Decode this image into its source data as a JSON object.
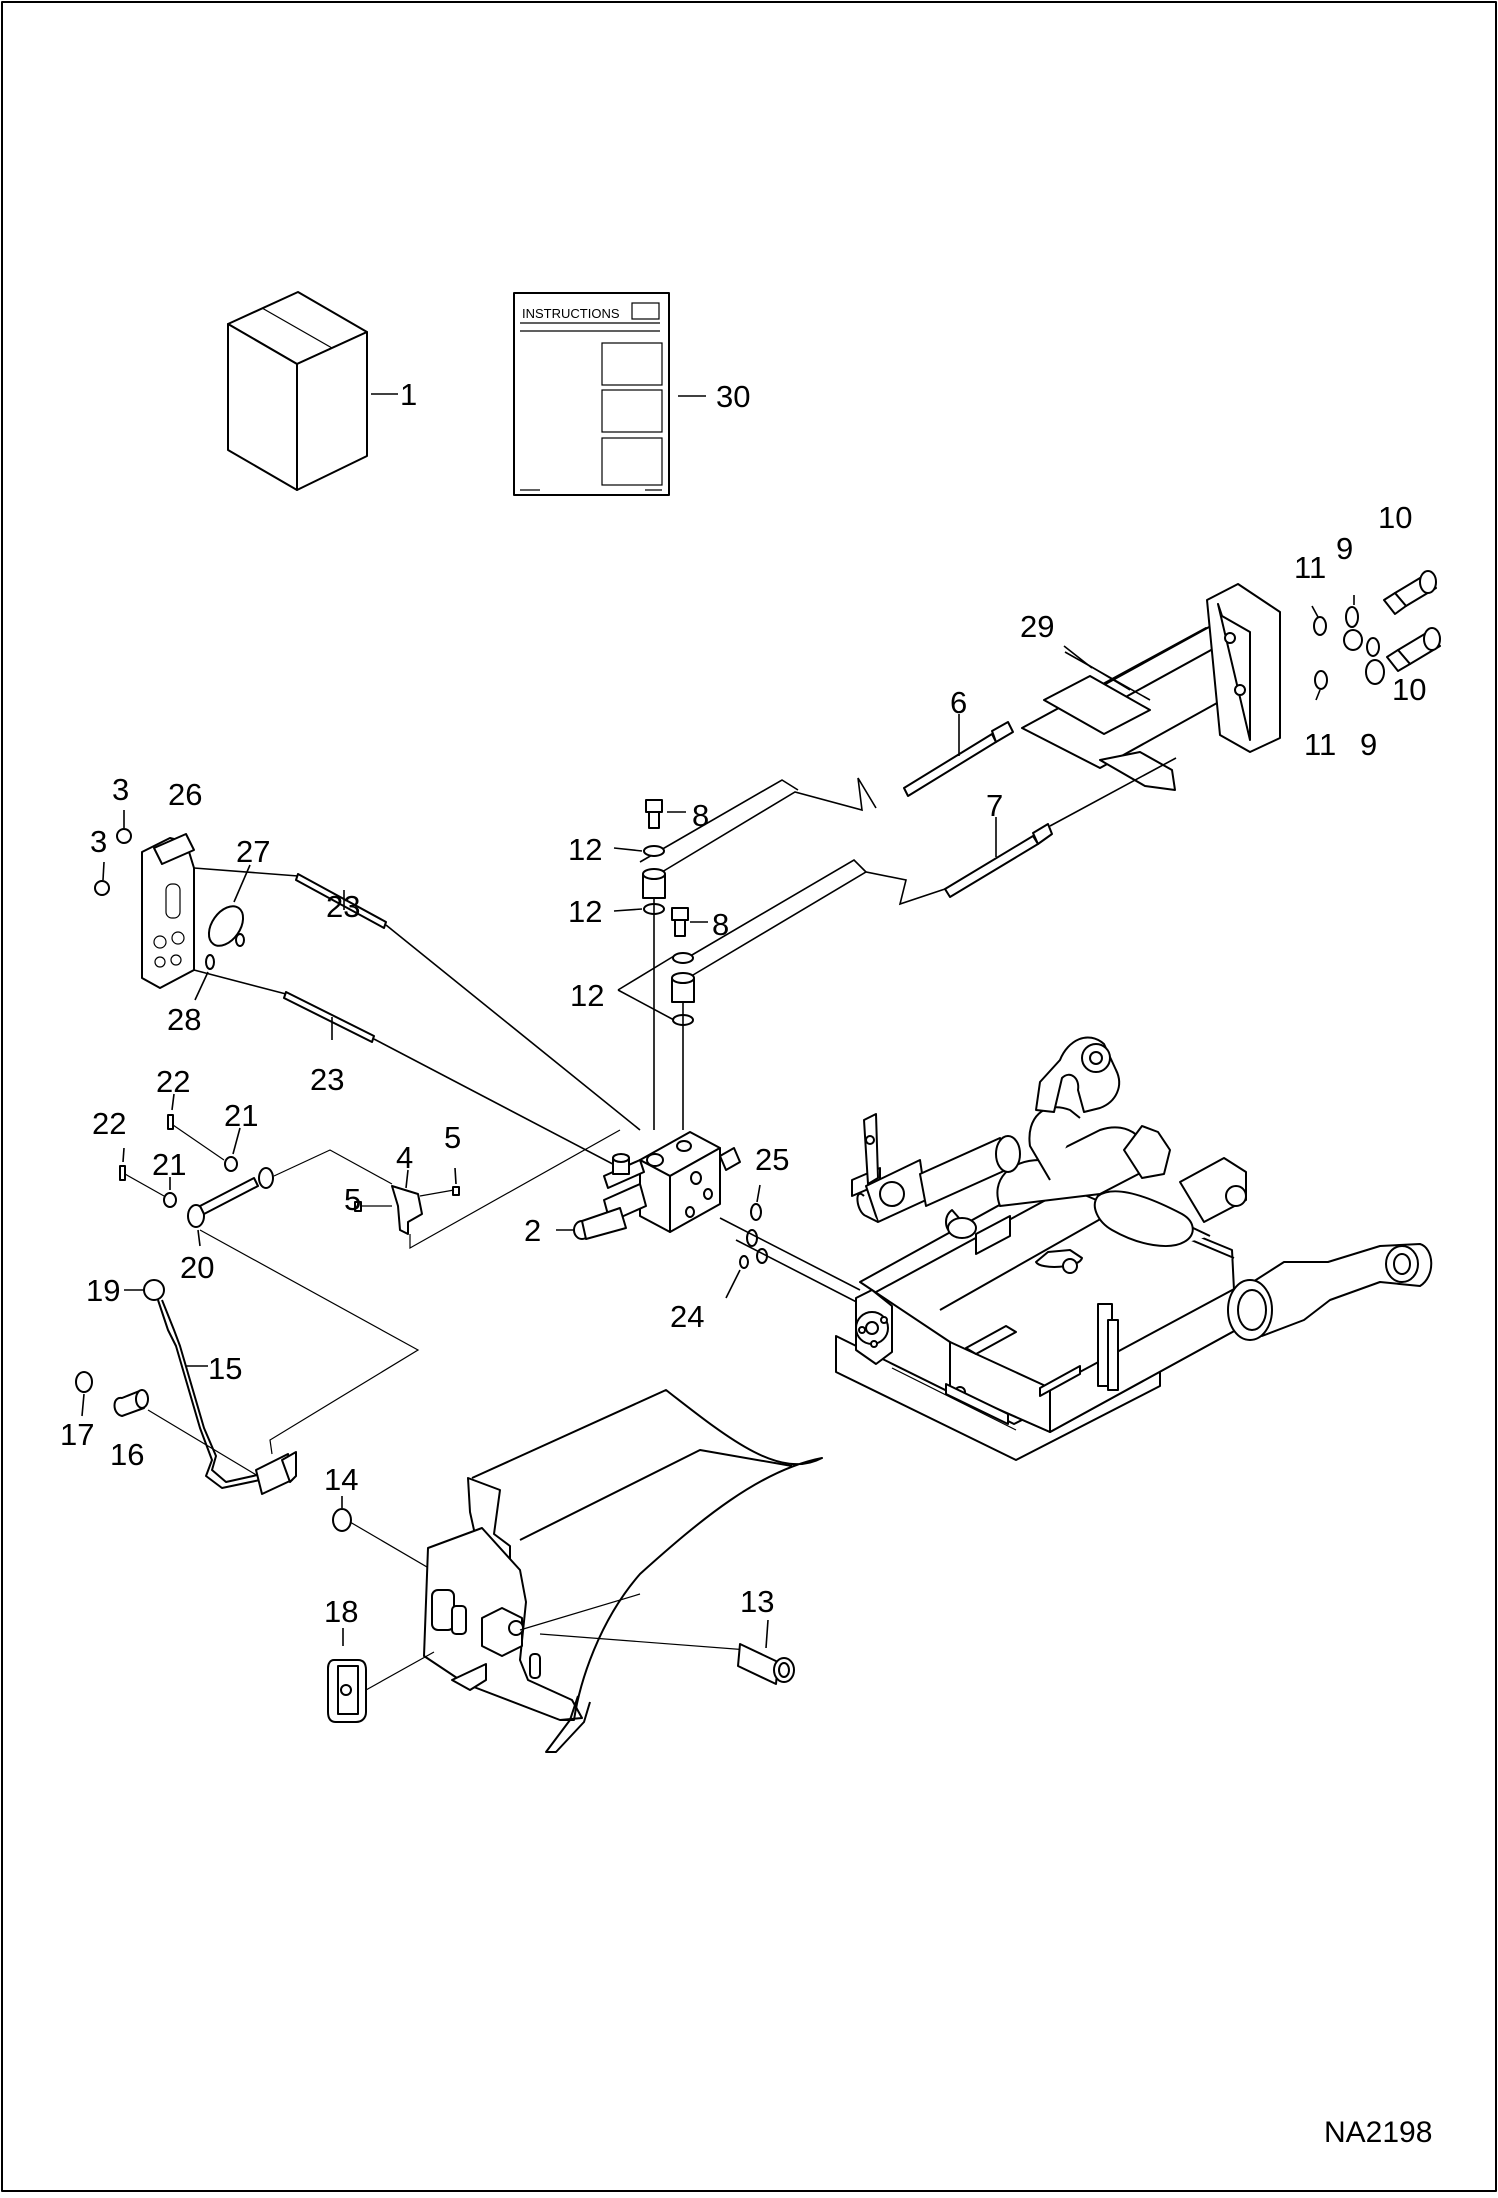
{
  "diagram": {
    "code": "NA2198",
    "instructions_heading": "INSTRUCTIONS",
    "labels": {
      "l1": "1",
      "l30": "30",
      "l10a": "10",
      "l10b": "10",
      "l9a": "9",
      "l9b": "9",
      "l11a": "11",
      "l11b": "11",
      "l29": "29",
      "l6": "6",
      "l7": "7",
      "l8a": "8",
      "l8b": "8",
      "l12a": "12",
      "l12b": "12",
      "l12c": "12",
      "l3a": "3",
      "l3b": "3",
      "l26": "26",
      "l27": "27",
      "l28": "28",
      "l23a": "23",
      "l23b": "23",
      "l22a": "22",
      "l22b": "22",
      "l21a": "21",
      "l21b": "21",
      "l4": "4",
      "l5a": "5",
      "l5b": "5",
      "l2": "2",
      "l20": "20",
      "l25": "25",
      "l24": "24",
      "l19": "19",
      "l15": "15",
      "l17": "17",
      "l16": "16",
      "l14": "14",
      "l18": "18",
      "l13": "13"
    }
  }
}
